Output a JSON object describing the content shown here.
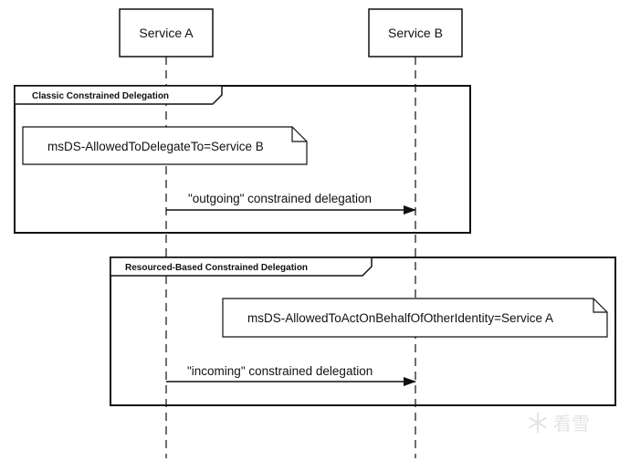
{
  "participants": {
    "a": "Service A",
    "b": "Service B"
  },
  "frames": {
    "classic": {
      "title": "Classic Constrained Delegation",
      "note": "msDS-AllowedToDelegateTo=Service B",
      "message": "\"outgoing\" constrained delegation"
    },
    "rbcd": {
      "title": "Resourced-Based Constrained Delegation",
      "note": "msDS-AllowedToActOnBehalfOfOtherIdentity=Service A",
      "message": "\"incoming\" constrained delegation"
    }
  },
  "watermark": {
    "text": "看雪",
    "icon": "snowflake-icon"
  }
}
